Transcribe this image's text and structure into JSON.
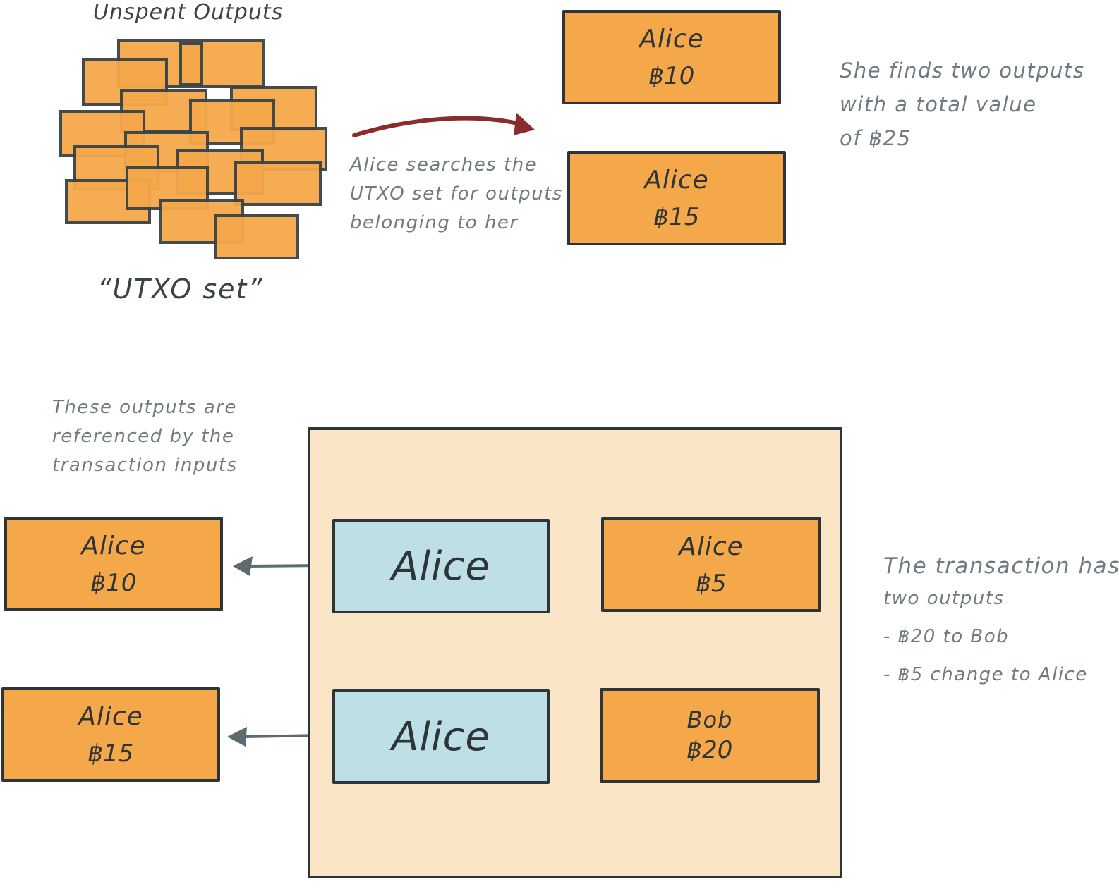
{
  "utxo_set": {
    "title": "Unspent Outputs",
    "caption": "“UTXO  set”"
  },
  "search_note": {
    "lines": [
      "Alice  searches  the",
      "UTXO  set  for  outputs",
      "belonging  to  her"
    ]
  },
  "found_outputs": [
    {
      "owner": "Alice",
      "amount": "฿10"
    },
    {
      "owner": "Alice",
      "amount": "฿15"
    }
  ],
  "found_note": {
    "lines": [
      "She  finds  two  outputs",
      "with  a  total  value",
      "of  ฿25"
    ]
  },
  "inputs_note": {
    "lines": [
      "These  outputs  are",
      "referenced  by  the",
      "transaction  inputs"
    ]
  },
  "referenced_outputs": [
    {
      "owner": "Alice",
      "amount": "฿10"
    },
    {
      "owner": "Alice",
      "amount": "฿15"
    }
  ],
  "transaction": {
    "inputs": [
      {
        "owner": "Alice"
      },
      {
        "owner": "Alice"
      }
    ],
    "outputs": [
      {
        "owner": "Alice",
        "amount": "฿5"
      },
      {
        "owner": "Bob",
        "amount": "฿20"
      }
    ]
  },
  "outputs_note": {
    "lines": [
      "The  transaction  has",
      "two  outputs",
      "-  ฿20  to  Bob",
      "-  ฿5  change  to  Alice"
    ]
  },
  "colors": {
    "output_fill": "#f5a84a",
    "input_fill": "#bfdfe6",
    "transaction_fill": "#fae5c7",
    "outline": "#2e3538",
    "search_arrow": "#8b2c2c",
    "reference_arrow": "#5b6b70"
  }
}
